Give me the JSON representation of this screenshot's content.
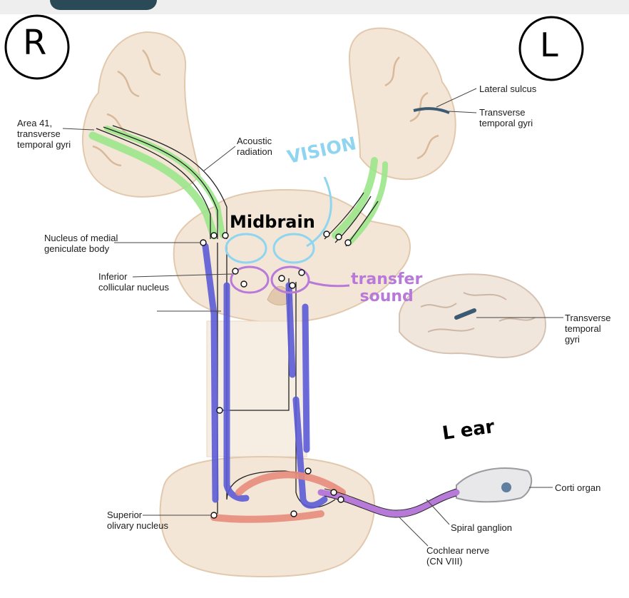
{
  "handwritten": {
    "right_marker": "R",
    "left_marker": "L",
    "vision": "VISION",
    "midbrain": "Midbrain",
    "transfer_sound": "transfer\nsound",
    "l_ear": "L ear"
  },
  "labels": {
    "area41": "Area 41,\ntransverse\ntemporal gyri",
    "acoustic_radiation": "Acoustic\nradiation",
    "lateral_sulcus": "Lateral sulcus",
    "transverse_temporal_gyri_top": "Transverse\ntemporal gyri",
    "nucleus_medial_geniculate": "Nucleus of medial\ngeniculate body",
    "inferior_collicular": "Inferior\ncollicular nucleus",
    "transverse_temporal_gyri_brain": "Transverse\ntemporal\ngyri",
    "corti_organ": "Corti organ",
    "superior_olivary": "Superior\nolivary nucleus",
    "spiral_ganglion": "Spiral ganglion",
    "cochlear_nerve": "Cochlear nerve\n(CN VIII)"
  },
  "colors": {
    "tissue": "#f4e6d6",
    "tissue_dark": "#e2c9ad",
    "green": "#9be58a",
    "blue": "#5b5bd6",
    "red": "#e88c7c",
    "purple": "#b87ad8",
    "cyan": "#8fd5f0",
    "ink": "#111111",
    "nerve": "#8a5fb0"
  }
}
